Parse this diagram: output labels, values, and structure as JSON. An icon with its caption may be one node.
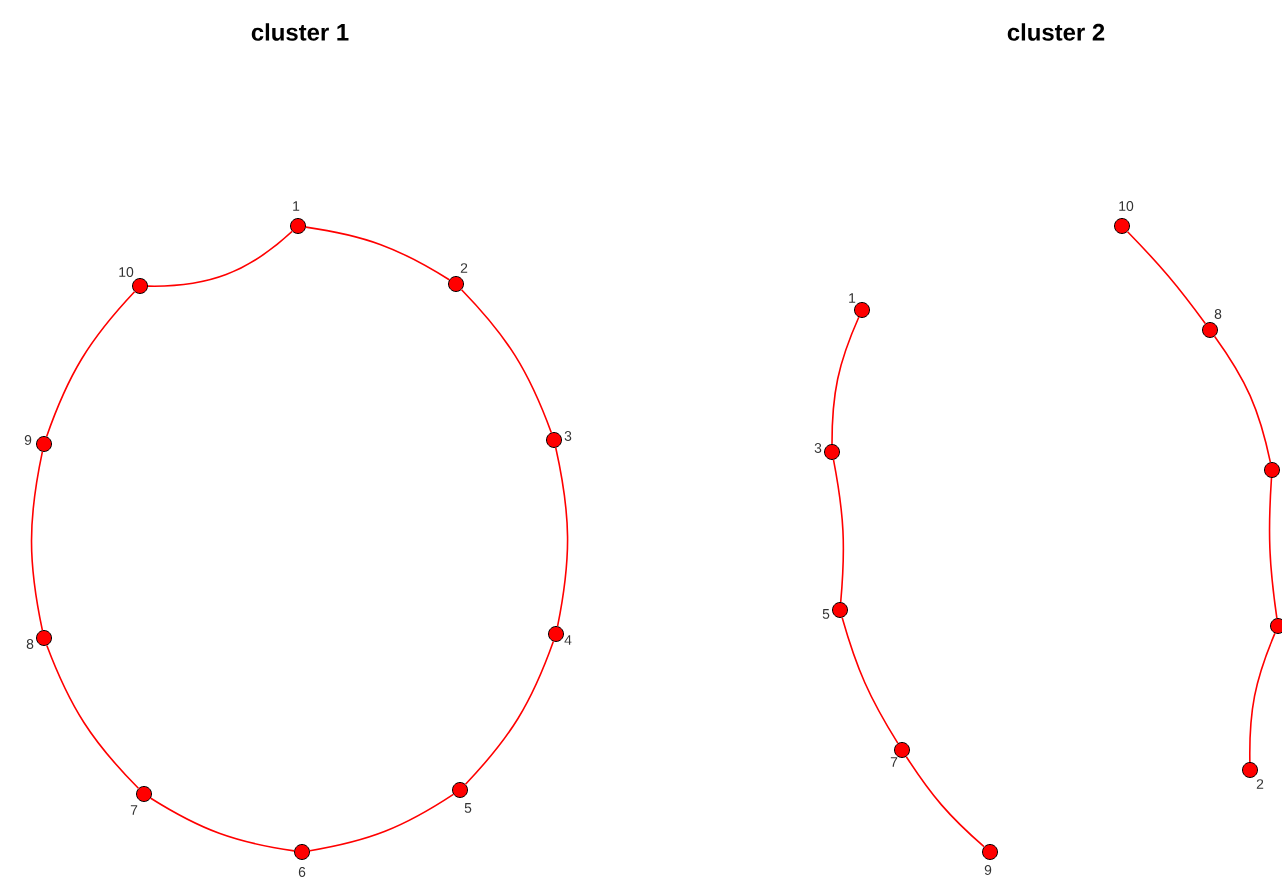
{
  "diagram": {
    "nodes": [
      {
        "text": [],
        "shape": "circle",
        "beside": [
          "1"
        ]
      },
      {
        "text": [],
        "shape": "circle",
        "beside": [
          "2"
        ]
      },
      {
        "text": [],
        "shape": "circle",
        "beside": [
          "3"
        ]
      },
      {
        "text": [],
        "shape": "circle",
        "beside": [
          "4"
        ]
      },
      {
        "text": [],
        "shape": "circle",
        "beside": [
          "5"
        ]
      },
      {
        "text": [],
        "shape": "circle",
        "beside": [
          "6"
        ]
      },
      {
        "text": [],
        "shape": "circle",
        "beside": [
          "7"
        ]
      },
      {
        "text": [],
        "shape": "circle",
        "beside": [
          "8"
        ]
      },
      {
        "text": [],
        "shape": "circle",
        "beside": [
          "9"
        ]
      },
      {
        "text": [],
        "shape": "circle",
        "beside": [
          "10"
        ]
      },
      {
        "text": [],
        "shape": "circle",
        "beside": [
          "1"
        ]
      },
      {
        "text": [],
        "shape": "circle",
        "beside": [
          "3"
        ]
      },
      {
        "text": [],
        "shape": "circle",
        "beside": [
          "5"
        ]
      },
      {
        "text": [],
        "shape": "circle",
        "beside": [
          "7"
        ]
      },
      {
        "text": [],
        "shape": "circle",
        "beside": [
          "9"
        ]
      },
      {
        "text": [],
        "shape": "circle",
        "beside": [
          "10"
        ]
      },
      {
        "text": [],
        "shape": "circle",
        "beside": [
          "8"
        ]
      },
      {
        "text": [],
        "shape": "circle"
      },
      {
        "text": [],
        "shape": "circle"
      },
      {
        "text": [],
        "shape": "circle",
        "beside": [
          "2"
        ]
      }
    ],
    "edges": [
      {
        "from": 0,
        "to": 1,
        "arrow": "none"
      },
      {
        "from": 1,
        "to": 2,
        "arrow": "none"
      },
      {
        "from": 2,
        "to": 3,
        "arrow": "none"
      },
      {
        "from": 3,
        "to": 4,
        "arrow": "none"
      },
      {
        "from": 4,
        "to": 5,
        "arrow": "none"
      },
      {
        "from": 5,
        "to": 6,
        "arrow": "none"
      },
      {
        "from": 6,
        "to": 7,
        "arrow": "none"
      },
      {
        "from": 7,
        "to": 8,
        "arrow": "none"
      },
      {
        "from": 8,
        "to": 9,
        "arrow": "none"
      },
      {
        "from": 9,
        "to": 0,
        "arrow": "none"
      },
      {
        "from": 10,
        "to": 11,
        "arrow": "none"
      },
      {
        "from": 11,
        "to": 12,
        "arrow": "none"
      },
      {
        "from": 12,
        "to": 13,
        "arrow": "none"
      },
      {
        "from": 13,
        "to": 14,
        "arrow": "none"
      },
      {
        "from": 15,
        "to": 16,
        "arrow": "none"
      },
      {
        "from": 16,
        "to": 17,
        "arrow": "none"
      },
      {
        "from": 17,
        "to": 18,
        "arrow": "none"
      },
      {
        "from": 18,
        "to": 19,
        "arrow": "none"
      }
    ],
    "labels": [
      "cluster 1",
      "cluster 2"
    ]
  }
}
